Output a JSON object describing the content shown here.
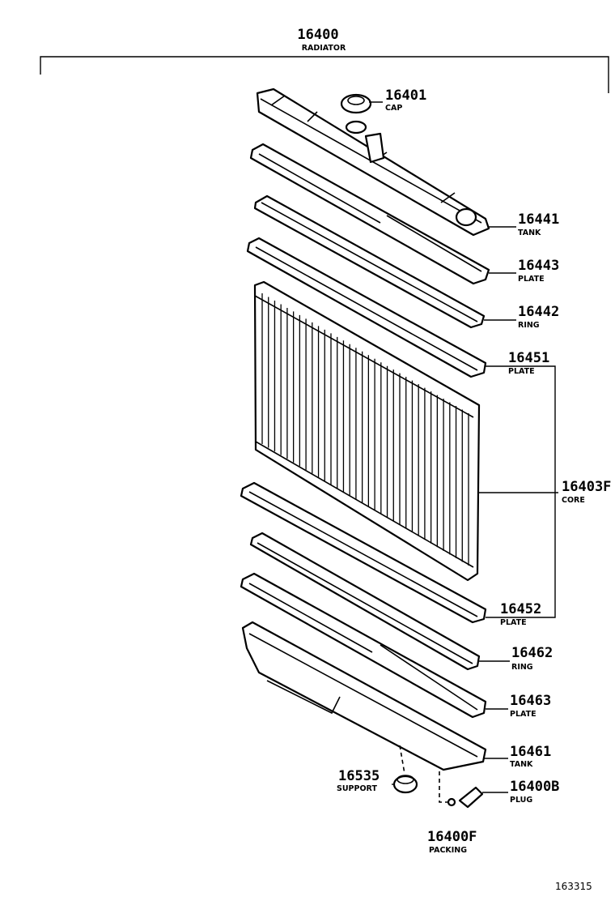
{
  "title": {
    "number": "16400",
    "label": "RADIATOR"
  },
  "parts": [
    {
      "number": "16401",
      "label": "CAP"
    },
    {
      "number": "16441",
      "label": "TANK"
    },
    {
      "number": "16443",
      "label": "PLATE"
    },
    {
      "number": "16442",
      "label": "RING"
    },
    {
      "number": "16451",
      "label": "PLATE"
    },
    {
      "number": "16403F",
      "label": "CORE"
    },
    {
      "number": "16452",
      "label": "PLATE"
    },
    {
      "number": "16462",
      "label": "RING"
    },
    {
      "number": "16463",
      "label": "PLATE"
    },
    {
      "number": "16461",
      "label": "TANK"
    },
    {
      "number": "16535",
      "label": "SUPPORT"
    },
    {
      "number": "16400B",
      "label": "PLUG"
    },
    {
      "number": "16400F",
      "label": "PACKING"
    }
  ],
  "figure_code": "163315"
}
